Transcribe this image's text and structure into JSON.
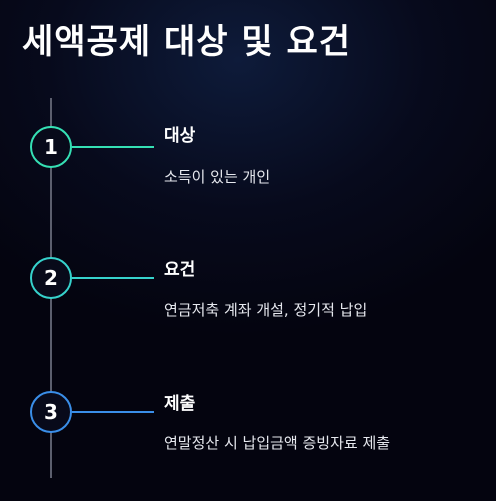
{
  "title": "세액공제 대상 및 요건",
  "colors": {
    "step1_accent": "#35e0b4",
    "step2_accent": "#36d2cc",
    "step3_accent": "#3a8ee8"
  },
  "steps": [
    {
      "number": "1",
      "heading": "대상",
      "description": "소득이 있는 개인"
    },
    {
      "number": "2",
      "heading": "요건",
      "description": "연금저축 계좌 개설, 정기적 납입"
    },
    {
      "number": "3",
      "heading": "제출",
      "description": "연말정산 시 납입금액 증빙자료 제출"
    }
  ]
}
